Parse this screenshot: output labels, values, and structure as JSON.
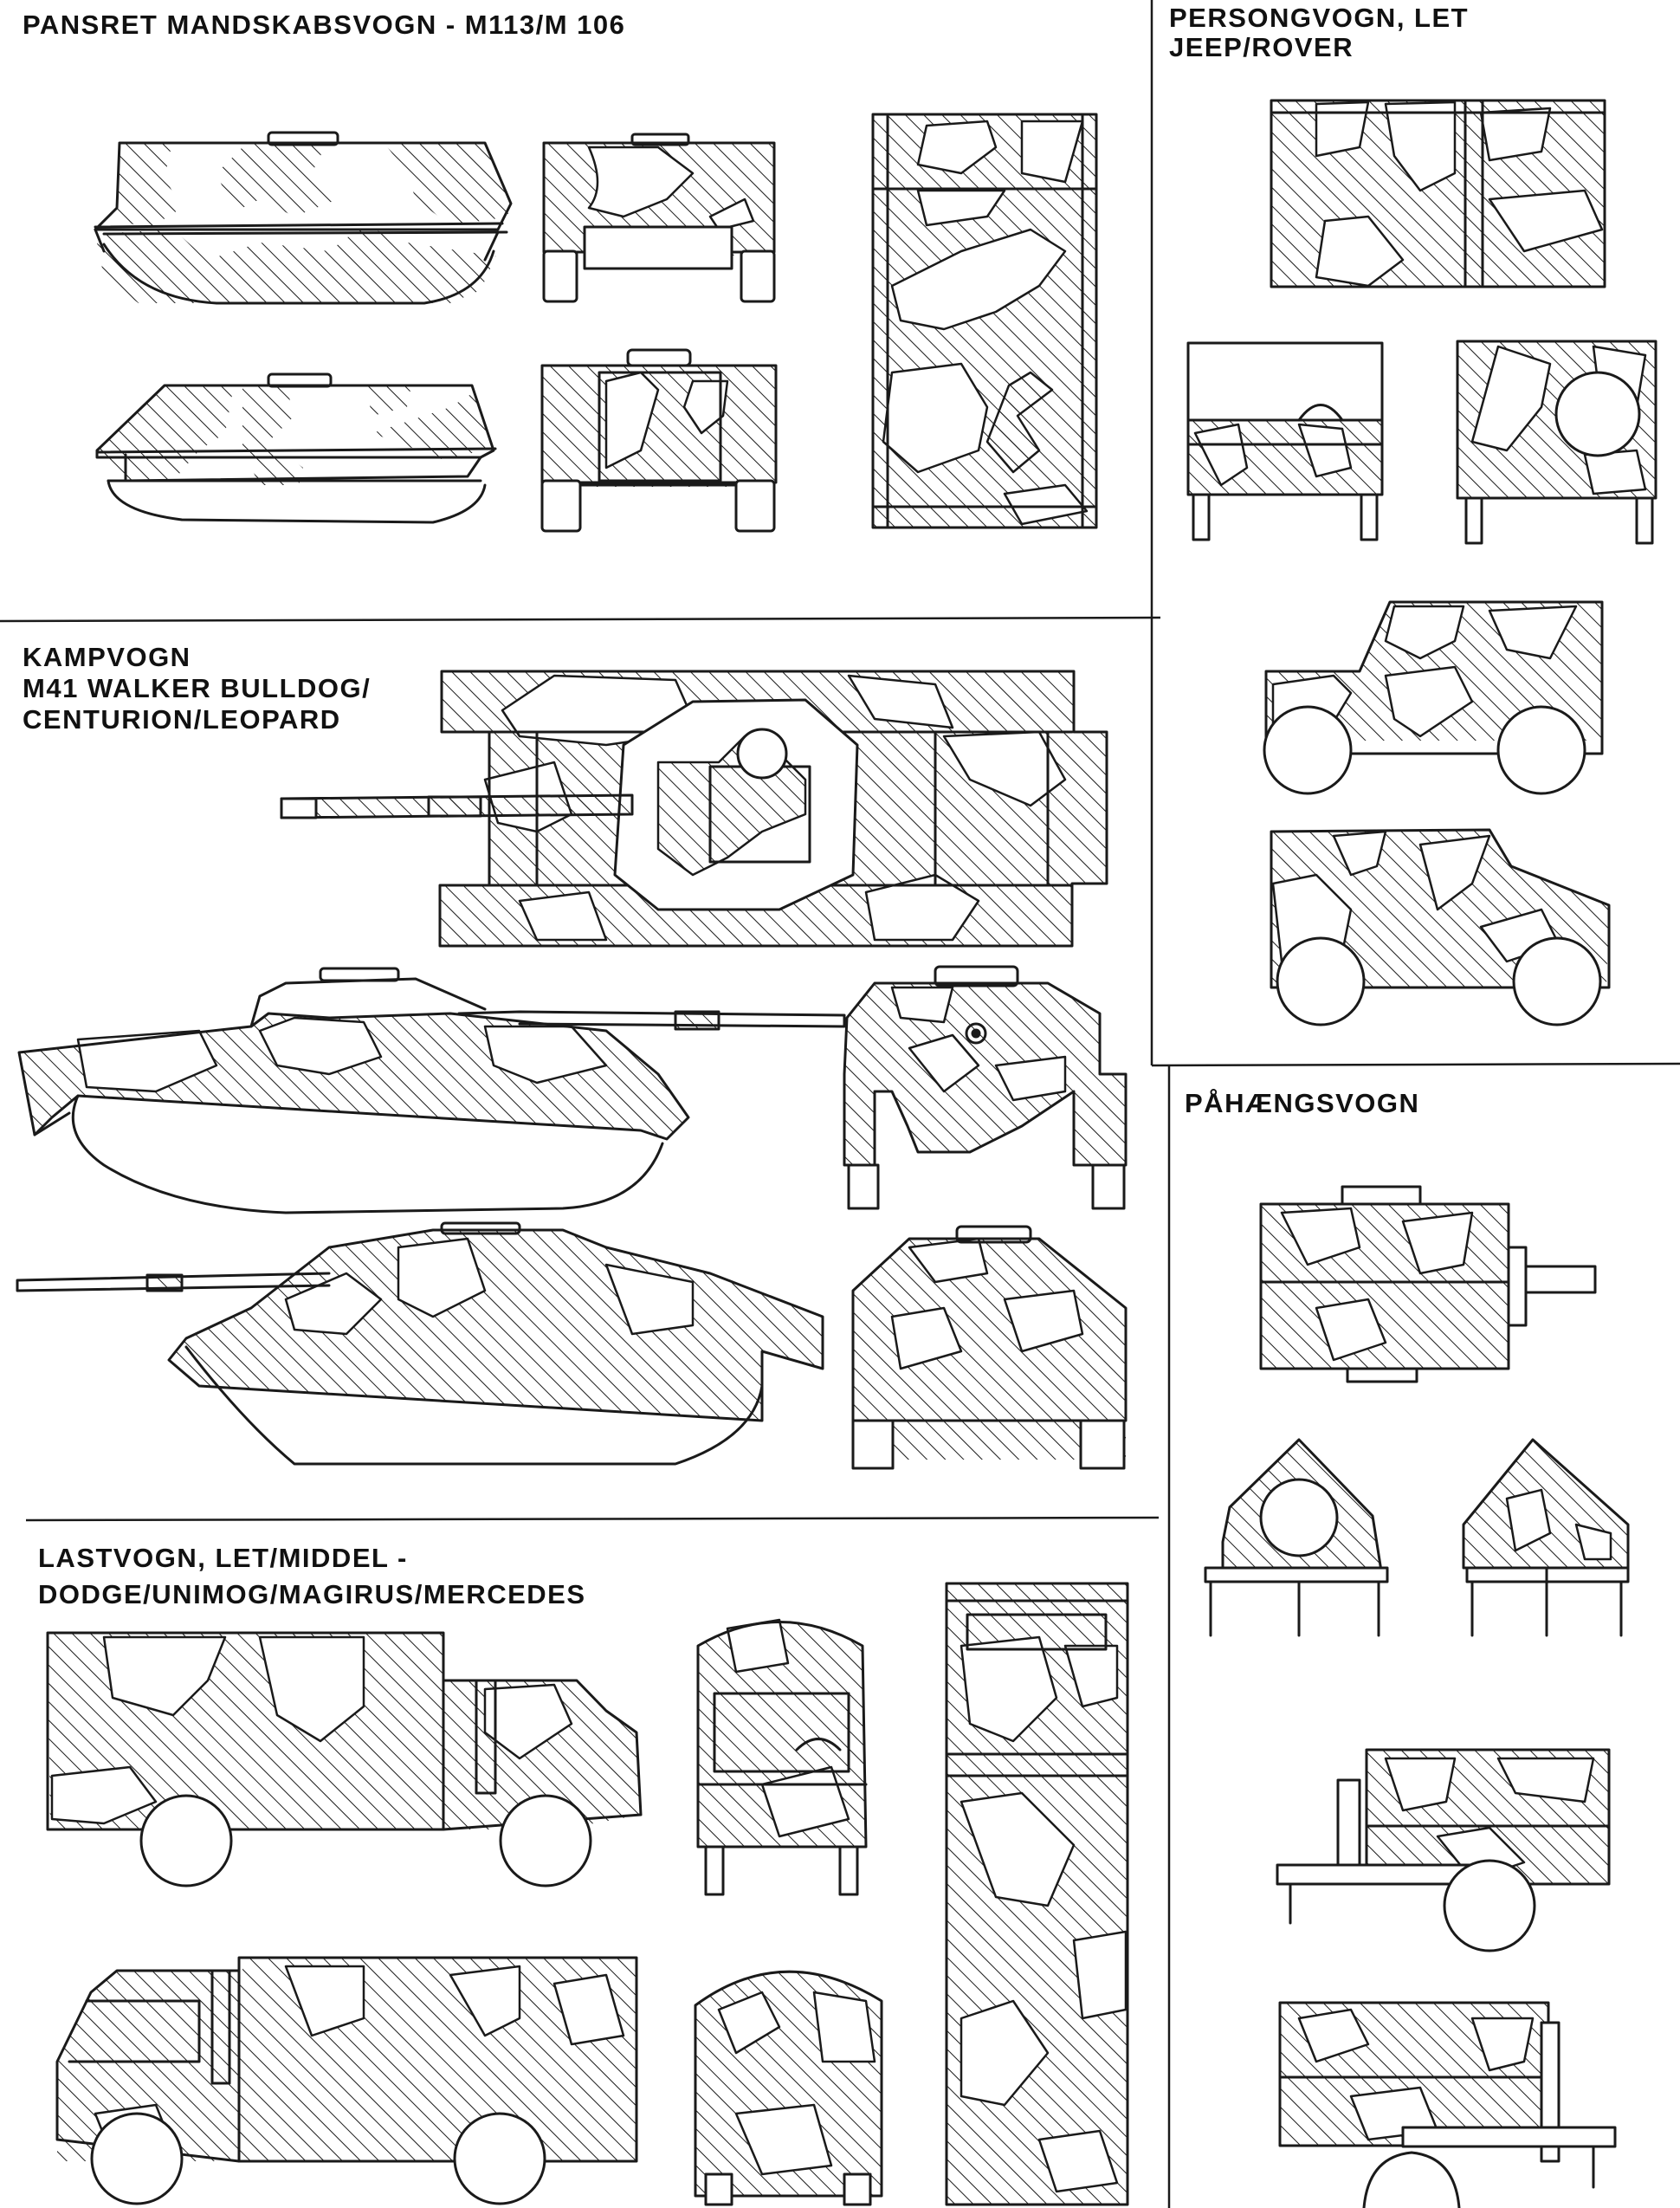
{
  "sections": {
    "m113": {
      "title": "PANSRET MANDSKABSVOGN - M113/M 106"
    },
    "car": {
      "title_line1": "PERSONGVOGN, LET",
      "title_line2": "JEEP/ROVER"
    },
    "tank": {
      "title_line1": "KAMPVOGN",
      "title_line2": "M41 WALKER BULLDOG/",
      "title_line3": "CENTURION/LEOPARD"
    },
    "trailer": {
      "title": "PÅHÆNGSVOGN"
    },
    "truck": {
      "title_line1": "LASTVOGN, LET/MIDDEL -",
      "title_line2": "DODGE/UNIMOG/MAGIRUS/MERCEDES"
    }
  },
  "colors": {
    "ink": "#1a1a1a",
    "paper": "#ffffff"
  },
  "pattern": "diagonal-hatch-camouflage"
}
